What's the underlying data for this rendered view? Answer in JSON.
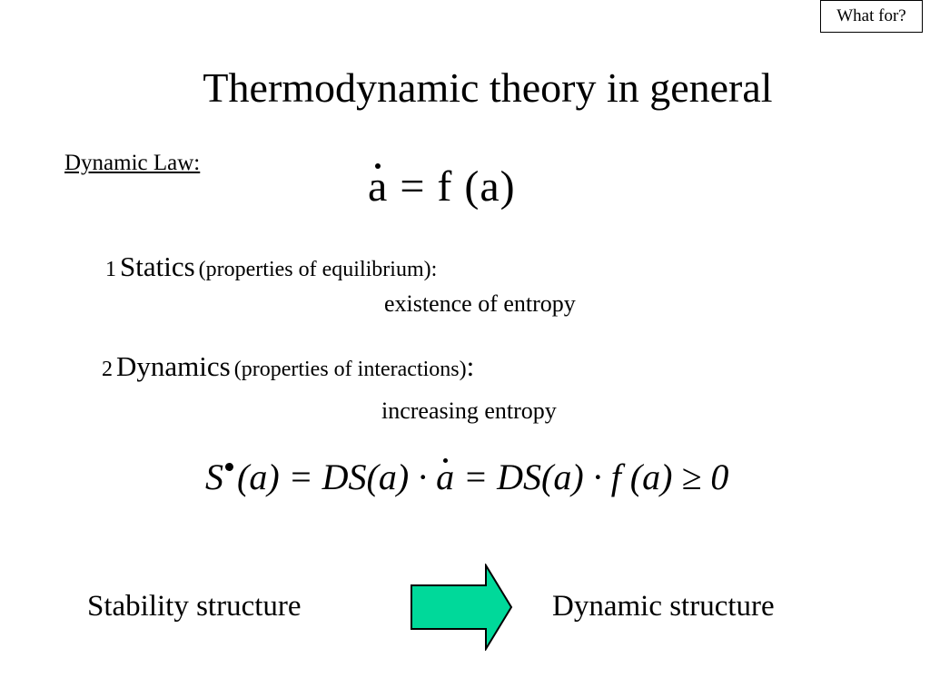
{
  "corner_button": {
    "label": "What for?"
  },
  "slide": {
    "title": "Thermodynamic theory in general",
    "dynamic_law_label": "Dynamic Law:",
    "formula_dynamic_law": {
      "lhs": "a",
      "equals": "=",
      "rhs": "f (a)"
    },
    "items": [
      {
        "number": "1",
        "heading": "Statics",
        "description": "(properties of equilibrium):",
        "result": "existence of entropy"
      },
      {
        "number": "2",
        "heading": "Dynamics",
        "description": "(properties of interactions)",
        "colon": ":",
        "result": "increasing entropy"
      }
    ],
    "formula_entropy": {
      "s": "S",
      "p1": "(a) = DS(a) · ",
      "adot": "a",
      "p2": " = DS(a) · f (a) ≥ 0"
    },
    "bottom": {
      "left_label": "Stability structure",
      "right_label": "Dynamic structure",
      "arrow_fill": "#00d99a"
    }
  }
}
